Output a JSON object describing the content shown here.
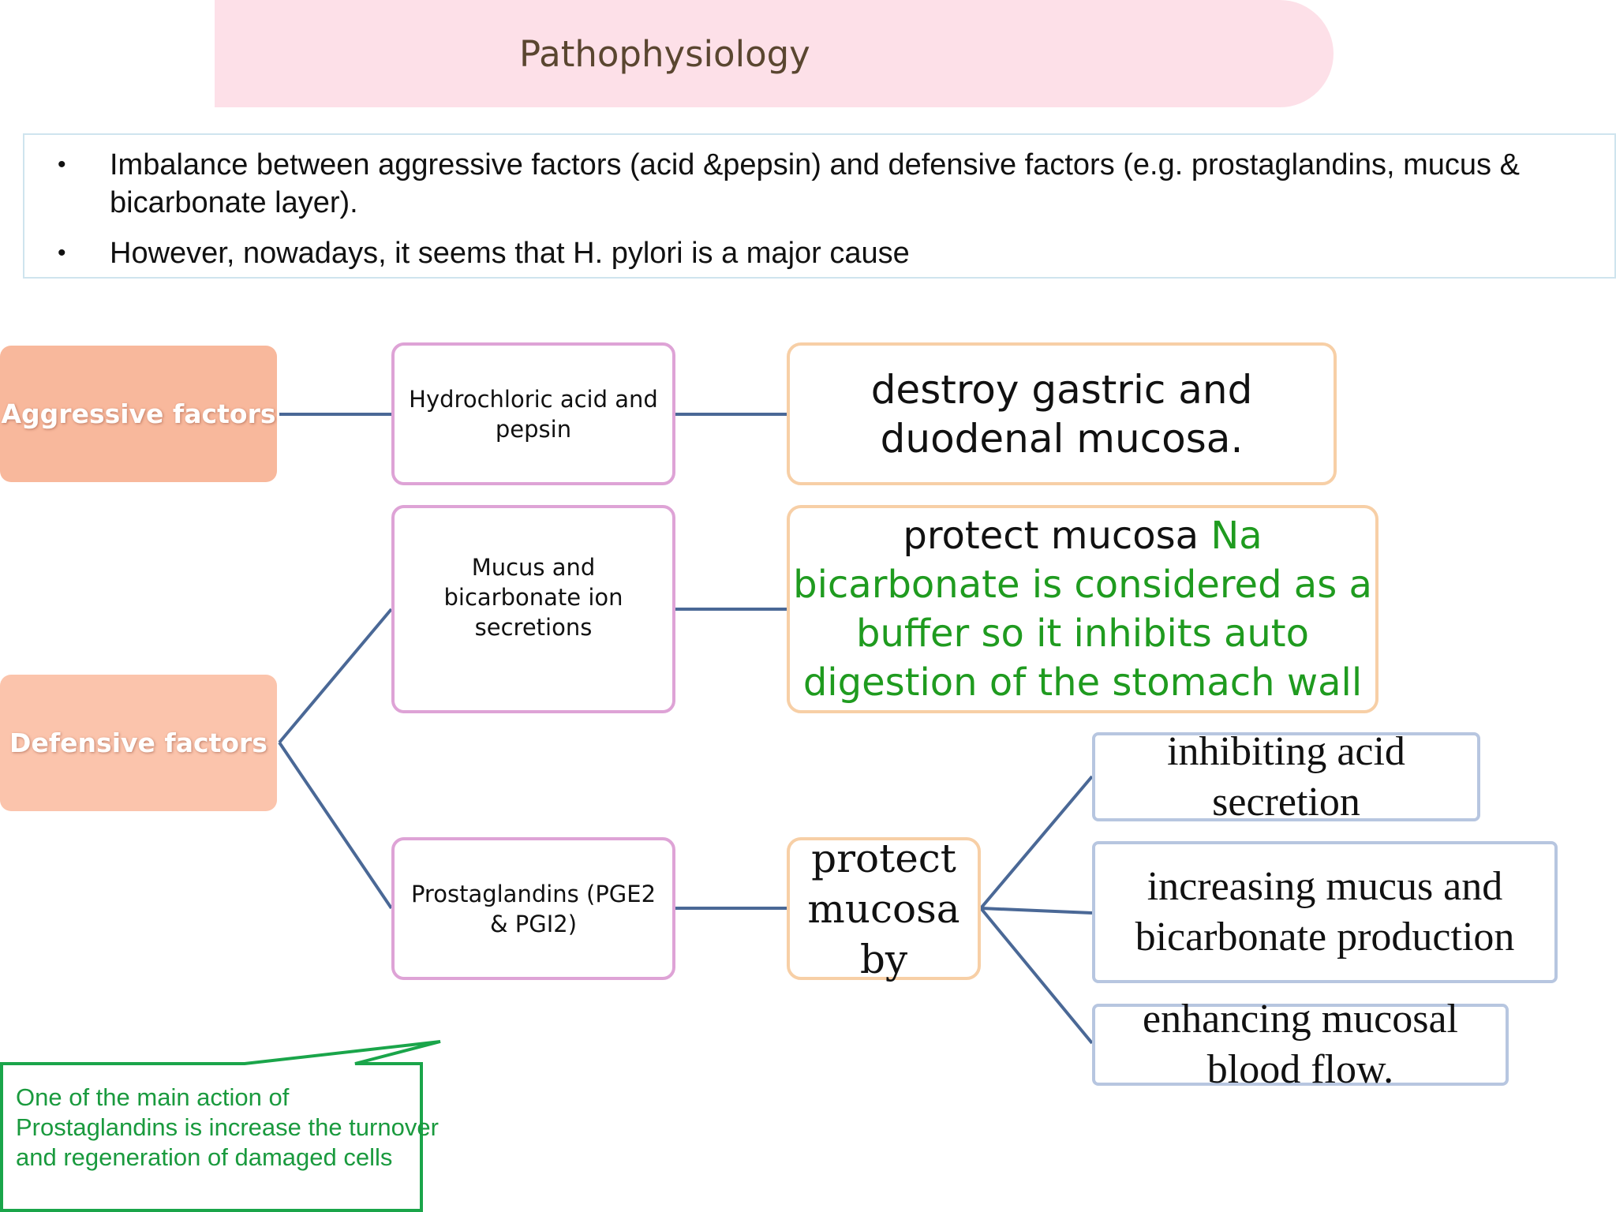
{
  "title": "Pathophysiology",
  "bullets": [
    "Imbalance between aggressive factors (acid &pepsin)  and defensive factors (e.g. prostaglandins, mucus & bicarbonate layer).",
    "However, nowadays,  it seems that H. pylori is a major cause"
  ],
  "bullet_symbol": "•",
  "factors": {
    "aggressive": "Aggressive factors",
    "defensive": "Defensive factors"
  },
  "mechanisms": {
    "hcl": "Hydrochloric acid and pepsin",
    "mucus": "Mucus and bicarbonate ion secretions",
    "prostaglandins": "Prostaglandins (PGE2 & PGI2)"
  },
  "effects": {
    "destroy": "destroy gastric and duodenal mucosa.",
    "protect_black": "protect mucosa ",
    "protect_green": "Na bicarbonate is considered as a buffer so it inhibits auto digestion of the stomach wall",
    "protect_by": "protect mucosa by"
  },
  "prostaglandin_effects": {
    "acid": "inhibiting acid secretion",
    "mucus": "increasing mucus and bicarbonate production",
    "blood": "enhancing mucosal blood flow."
  },
  "callout": "One of the main action of Prostaglandins is increase the turnover and regeneration of damaged cells",
  "colors": {
    "banner": "#fde0e8",
    "connector": "#4a6896",
    "callout": "#1aa54a",
    "green_text": "#1f9b1f"
  }
}
